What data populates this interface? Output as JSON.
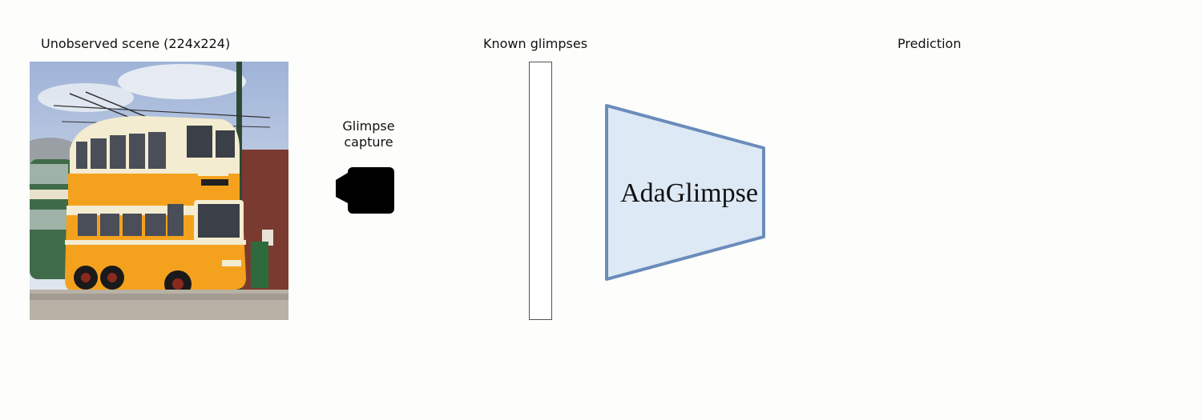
{
  "labels": {
    "scene_title": "Unobserved scene (224x224)",
    "glimpse_caption_line1": "Glimpse",
    "glimpse_caption_line2": "capture",
    "glimpses_title": "Known glimpses",
    "prediction_title": "Prediction",
    "model_name": "AdaGlimpse"
  },
  "icons": {
    "camera": "video-camera-icon"
  },
  "colors": {
    "model_fill": "#dde9f5",
    "model_stroke": "#6a8cbb",
    "bus_body": "#f4a21d",
    "bus_cream": "#f3ecd0"
  }
}
